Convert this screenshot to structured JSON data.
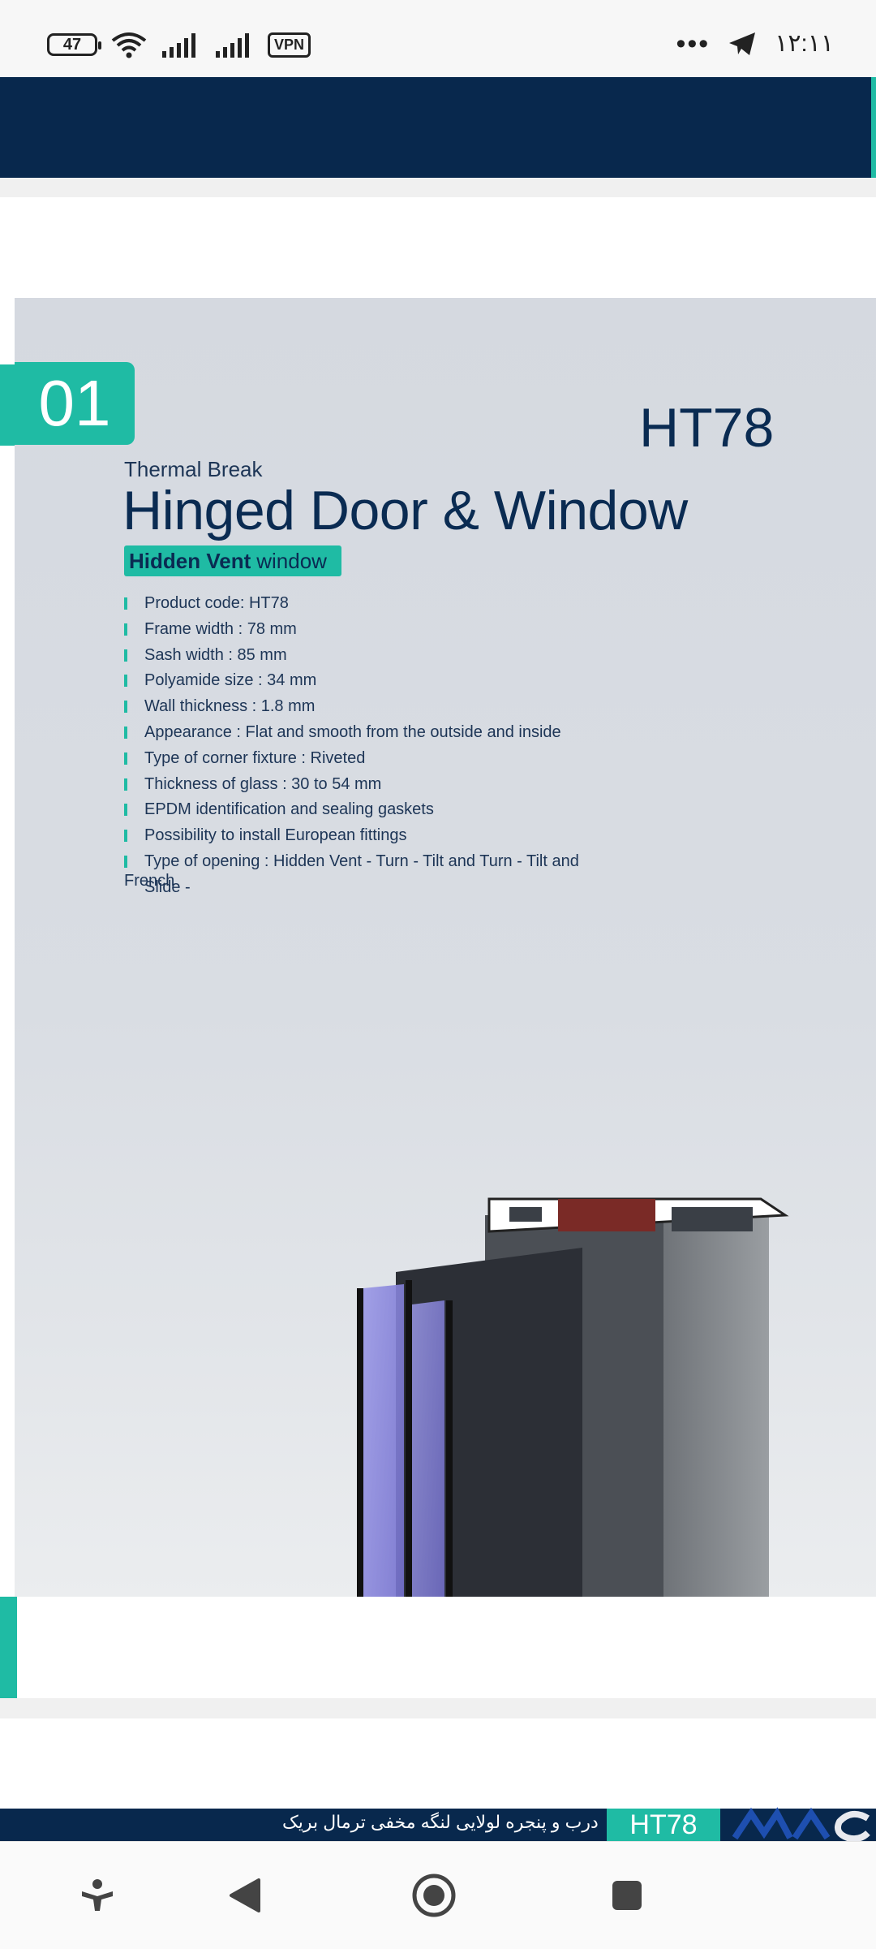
{
  "status_bar": {
    "battery": "47",
    "vpn": "VPN",
    "time": "۱۲:۱۱",
    "icons": [
      "battery-icon",
      "wifi-icon",
      "signal-icon",
      "signal-icon",
      "vpn-icon",
      "more-icon",
      "telegram-icon"
    ]
  },
  "brochure": {
    "number": "01",
    "model": "HT78",
    "subtitle": "Thermal Break",
    "title": "Hinged Door & Window",
    "badge_bold": "Hidden Vent",
    "badge_rest": "window",
    "specs": [
      "Product code:  HT78",
      "Frame width : 78 mm",
      "Sash width : 85 mm",
      "Polyamide size : 34 mm",
      "Wall thickness : 1.8 mm",
      "Appearance : Flat and smooth from the outside and inside",
      "Type of corner fixture : Riveted",
      "Thickness of glass : 30 to 54 mm",
      "EPDM identification and sealing gaskets",
      "Possibility to install European fittings",
      "Type of opening : Hidden Vent - Turn - Tilt and Turn - Tilt and Slide -"
    ],
    "spec_continuation": "French",
    "image_name": "window-profile-cross-section"
  },
  "footer": {
    "persian_text": "درب و پنجره لولایی لنگه مخفی ترمال بریک",
    "model_badge": "HT78",
    "logo": "brand-logo"
  },
  "nav_bar": {
    "buttons": [
      "accessibility-icon",
      "back-icon",
      "home-icon",
      "recents-icon"
    ]
  },
  "colors": {
    "navy": "#08284d",
    "teal": "#1fbba4"
  }
}
